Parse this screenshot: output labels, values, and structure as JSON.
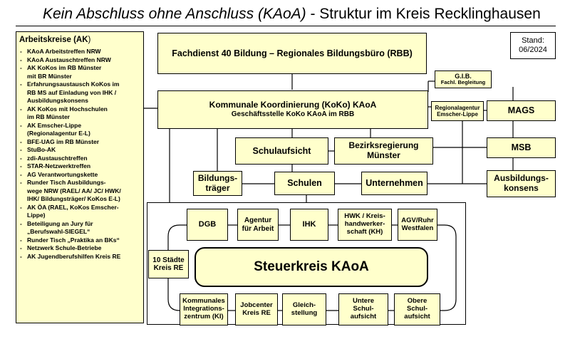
{
  "header": {
    "title_italic": "Kein Abschluss ohne Anschluss (KAoA)",
    "title_rest": " - Struktur im Kreis Recklinghausen"
  },
  "stand": {
    "line1": "Stand:",
    "line2": "06/2024"
  },
  "arbeitskreise": {
    "title_main": "Arbeitskreise (AK",
    "title_close": ")",
    "items": [
      [
        "KAoA Arbeitstreffen NRW"
      ],
      [
        "KAoA Austauschtreffen NRW"
      ],
      [
        "AK KoKos im RB Münster",
        "mit BR Münster"
      ],
      [
        "Erfahrungsaustausch KoKos im",
        "RB MS auf Einladung von IHK /",
        "Ausbildungskonsens"
      ],
      [
        "AK KoKos mit Hochschulen",
        "im RB Münster"
      ],
      [
        "AK Emscher-Lippe",
        "(Regionalagentur E-L)"
      ],
      [
        "BFE-UAG im RB Münster"
      ],
      [
        "StuBo-AK"
      ],
      [
        "zdi-Austauschtreffen"
      ],
      [
        "STAR-Netzwerktreffen"
      ],
      [
        "AG Verantwortungskette"
      ],
      [
        "Runder Tisch Ausbildungs-",
        "wege NRW (RAEL/ AA/ JC/ HWK/",
        "IHK/ Bildungsträger/ KoKos E-L)"
      ],
      [
        "AK ÖA (RAEL, KoKos Emscher-",
        "Lippe)"
      ],
      [
        "Beteiligung an Jury für",
        "„Berufswahl-SIEGEL“"
      ],
      [
        "Runder Tisch „Praktika an BKs“"
      ],
      [
        "Netzwerk Schule-Betriebe"
      ],
      [
        "AK Jugendberufshilfen Kreis RE"
      ]
    ]
  },
  "rbb": "Fachdienst 40 Bildung – Regionales Bildungsbüro (RBB)",
  "koko": {
    "line1": "Kommunale Koordinierung (KoKo) KAoA",
    "line2": "Geschäftsstelle KoKo KAoA im RBB"
  },
  "gib": {
    "line1": "G.I.B.",
    "line2": "Fachl. Begleitung"
  },
  "regionalagentur": {
    "line1": "Regionalagentur",
    "line2": "Emscher-Lippe"
  },
  "mags": "MAGS",
  "msb": "MSB",
  "ausbildungskonsens": {
    "line1": "Ausbildungs-",
    "line2": "konsens"
  },
  "schulaufsicht": "Schulaufsicht",
  "bezirksregierung": {
    "line1": "Bezirksregierung",
    "line2": "Münster"
  },
  "bildungstraeger": {
    "line1": "Bildungs-",
    "line2": "träger"
  },
  "schulen": "Schulen",
  "unternehmen": "Unternehmen",
  "dgb": "DGB",
  "agentur": {
    "line1": "Agentur",
    "line2": "für Arbeit"
  },
  "ihk": "IHK",
  "hwk": {
    "line1": "HWK / Kreis-",
    "line2": "handwerker-",
    "line3": "schaft (KH)"
  },
  "agv": {
    "line1": "AGV/Ruhr",
    "line2": "Westfalen"
  },
  "staedte": {
    "line1": "10 Städte",
    "line2": "Kreis RE"
  },
  "steuerkreis": "Steuerkreis KAoA",
  "ki": {
    "line1": "Kommunales",
    "line2": "Integrations-",
    "line3": "zentrum (KI)"
  },
  "jobcenter": {
    "line1": "Jobcenter",
    "line2": "Kreis RE"
  },
  "gleich": {
    "line1": "Gleich-",
    "line2": "stellung"
  },
  "untere": {
    "line1": "Untere",
    "line2": "Schul-",
    "line3": "aufsicht"
  },
  "obere": {
    "line1": "Obere",
    "line2": "Schul-",
    "line3": "aufsicht"
  }
}
